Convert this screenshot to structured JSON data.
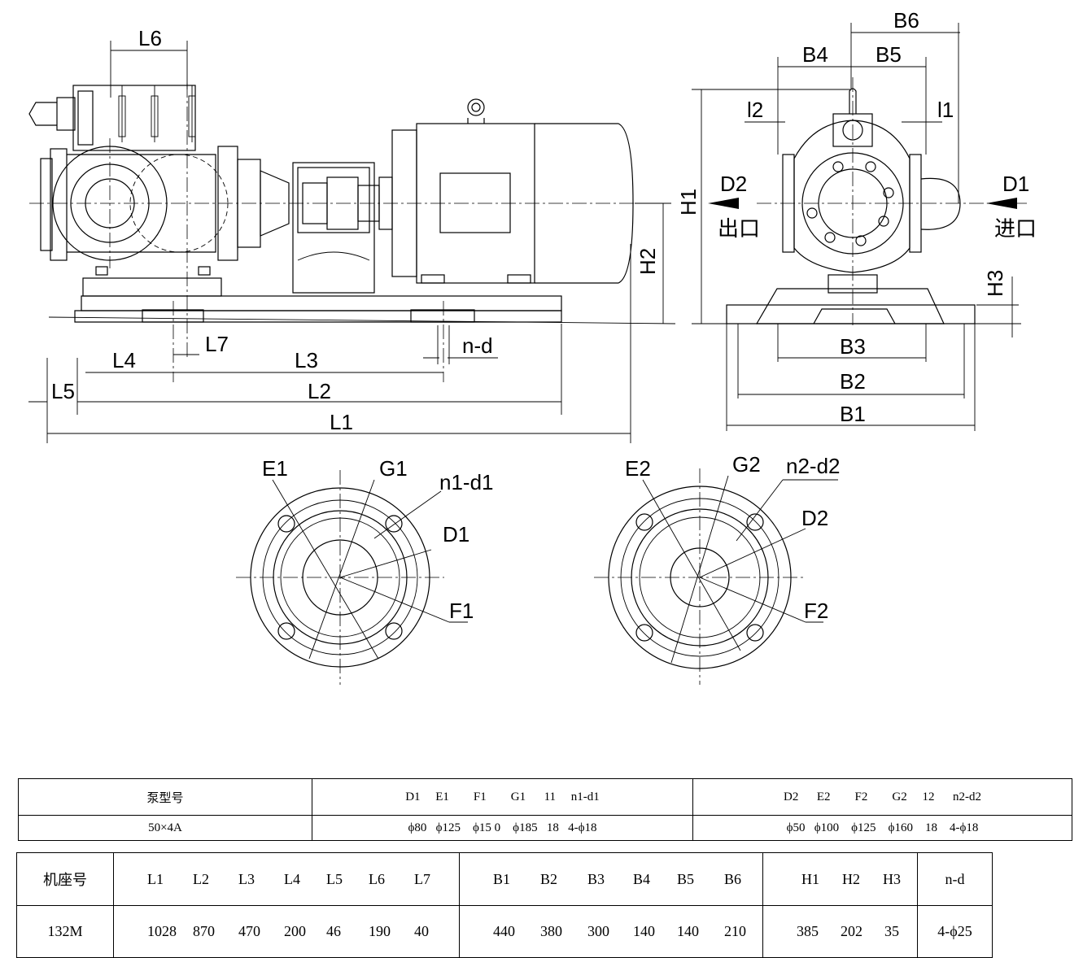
{
  "labels": {
    "L6": "L6",
    "L7": "L7",
    "L4": "L4",
    "L3": "L3",
    "L5": "L5",
    "L2": "L2",
    "L1": "L1",
    "nd": "n-d",
    "H2": "H2",
    "H1": "H1",
    "H3": "H3",
    "B6": "B6",
    "B4": "B4",
    "B5": "B5",
    "B3": "B3",
    "B2": "B2",
    "B1": "B1",
    "l2": "l2",
    "l1": "l1",
    "D2": "D2",
    "D1": "D1",
    "outlet": "出口",
    "inlet": "进口",
    "E1": "E1",
    "G1": "G1",
    "n1d1": "n1-d1",
    "F1": "F1",
    "E2": "E2",
    "G2": "G2",
    "n2d2": "n2-d2",
    "F2": "F2",
    "D1f": "D1",
    "D2f": "D2"
  },
  "pump_table": {
    "header": [
      "泵型号",
      "D1     E1        F1        G1      11     n1-d1",
      "D2      E2        F2        G2     12      n2-d2"
    ],
    "row": [
      "50×4A",
      "ϕ80   ϕ125    ϕ15 0    ϕ185   18   4-ϕ18",
      "ϕ50   ϕ100    ϕ125    ϕ160    18    4-ϕ18"
    ]
  },
  "base_table": {
    "header": [
      "机座号",
      "L1",
      "L2",
      "L3",
      "L4",
      "L5",
      "L6",
      "L7",
      "B1",
      "B2",
      "B3",
      "B4",
      "B5",
      "B6",
      "H1",
      "H2",
      "H3",
      "n-d"
    ],
    "row": [
      "132M",
      "1028",
      "870",
      "470",
      "200",
      "46",
      "190",
      "40",
      "440",
      "380",
      "300",
      "140",
      "140",
      "210",
      "385",
      "202",
      "35",
      "4-ϕ25"
    ]
  }
}
